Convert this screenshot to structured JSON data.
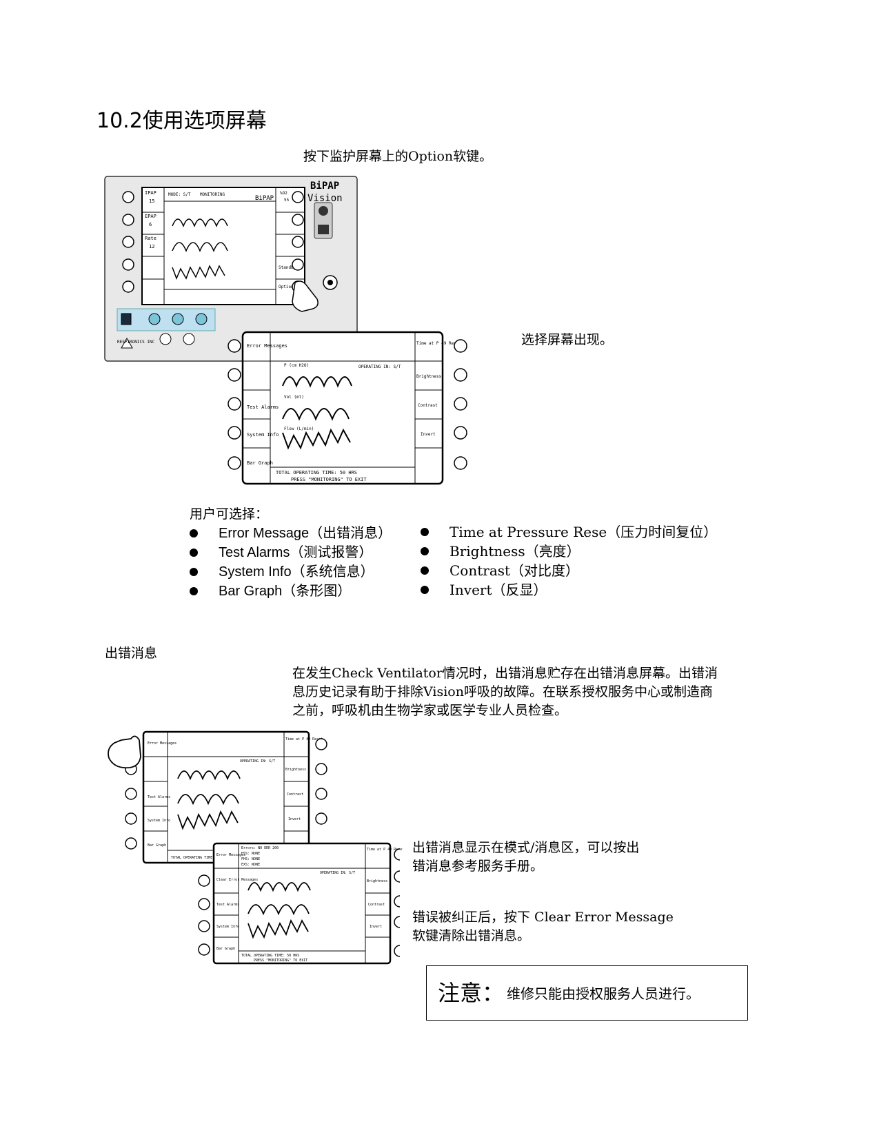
{
  "title": "10.2使用选项屏幕",
  "caption_press_option": "按下监护屏幕上的Option软键。",
  "caption_select_screen": "选择屏幕出现。",
  "device": {
    "brand": "BiPAP",
    "brand2": "Vision",
    "mode": "MODE: S/T",
    "monitoring": "MONITORING",
    "left_labels": [
      "IPAP",
      "15",
      "EPAP",
      "6",
      "Rate",
      "12"
    ],
    "right_labels": [
      "%O2",
      "55",
      "Standby",
      "Options"
    ],
    "bottom_status": "TOTAL OPERATING TIME:  50 HRS",
    "bottom_status2": "PRESS \"MONITORING\" TO EXIT",
    "manufacturer": "RESPIRONICS INC"
  },
  "options_screen": {
    "left_keys": [
      "Error Messages",
      "",
      "Test Alarms",
      "System Info",
      "Bar Graph"
    ],
    "right_keys": [
      "Time at P 49 Reset",
      "Brightness",
      "Contrast",
      "Invert"
    ],
    "operating": "OPERATING IN: S/T",
    "wave_labels": [
      "P (cm H2O)",
      "Vol (ml)",
      "Flow (L/min)"
    ],
    "footer1": "TOTAL OPERATING TIME:   50 HRS",
    "footer2": "PRESS \"MONITORING\" TO EXIT"
  },
  "choices_heading": "用户可选择：",
  "choices_left": [
    "Error Message（出错消息）",
    "Test Alarms（测试报警）",
    "System Info（系统信息）",
    "Bar Graph（条形图）"
  ],
  "choices_right": [
    "Time at Pressure Rese（压力时间复位）",
    "Brightness（亮度）",
    "Contrast（对比度）",
    "Invert（反显）"
  ],
  "section_error": "出错消息",
  "error_paragraph": [
    "在发生Check Ventilator情况时，出错消息贮存在出错消息屏幕。出错消",
    "息历史记录有助于排除Vision呼吸的故障。在联系授权服务中心或制造商",
    "之前，呼吸机由生物学家或医学专业人员检查。"
  ],
  "error_screen": {
    "left_keys": [
      "Error Messages",
      "Clear Error Messages",
      "Test Alarms",
      "System Info",
      "Bar Graph"
    ],
    "errors": [
      "Errors: NO ERR 200",
      "HSS: NONE",
      "FHS: NONE",
      "EXS: NONE"
    ]
  },
  "caption_error_display": [
    "出错消息显示在模式/消息区，可以按出",
    "错消息参考服务手册。"
  ],
  "caption_clear": [
    "错误被纠正后，按下 Clear Error Message",
    "软键清除出错消息。"
  ],
  "note_label": "注意：",
  "note_text": "维修只能由授权服务人员进行。"
}
